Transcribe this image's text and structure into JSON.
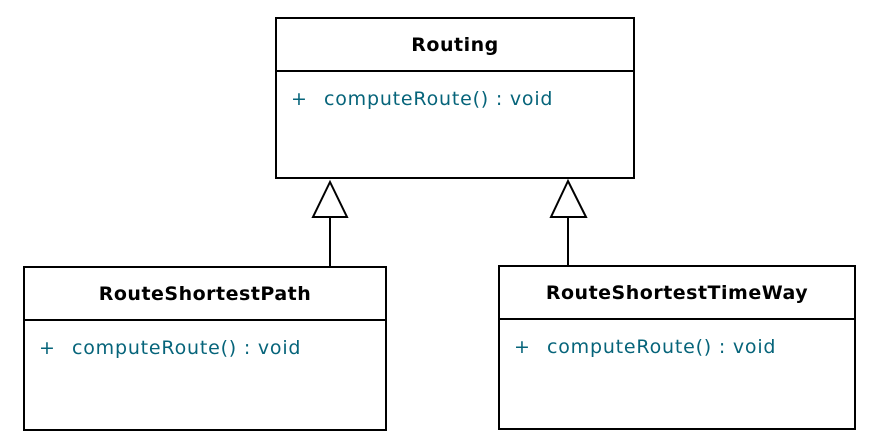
{
  "diagram": {
    "kind": "uml-class-diagram",
    "colors": {
      "border": "#000000",
      "class_name_text": "#000000",
      "member_text": "#06647a",
      "background": "#ffffff"
    },
    "classes": [
      {
        "name": "Routing",
        "members": [
          {
            "visibility": "+",
            "signature": "computeRoute() : void"
          }
        ]
      },
      {
        "name": "RouteShortestPath",
        "members": [
          {
            "visibility": "+",
            "signature": "computeRoute() : void"
          }
        ]
      },
      {
        "name": "RouteShortestTimeWay",
        "members": [
          {
            "visibility": "+",
            "signature": "computeRoute() : void"
          }
        ]
      }
    ],
    "relationships": [
      {
        "type": "generalization",
        "from": "RouteShortestPath",
        "to": "Routing"
      },
      {
        "type": "generalization",
        "from": "RouteShortestTimeWay",
        "to": "Routing"
      }
    ]
  }
}
